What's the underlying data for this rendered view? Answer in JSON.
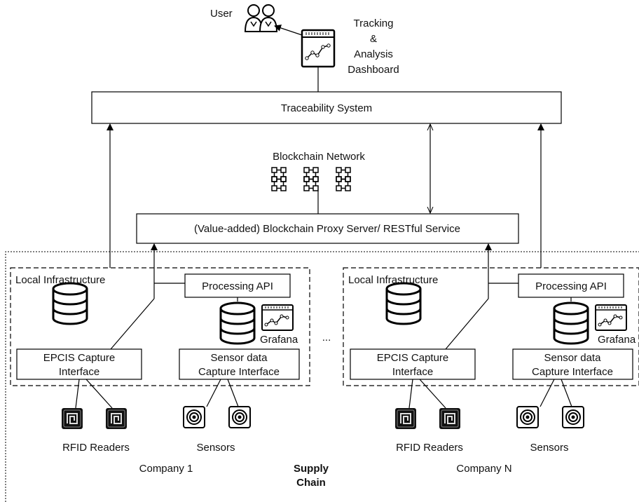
{
  "top": {
    "user_label": "User",
    "dashboard_label_lines": [
      "Tracking",
      "&",
      "Analysis",
      "Dashboard"
    ],
    "traceability_system": "Traceability System"
  },
  "blockchain": {
    "network_label": "Blockchain Network",
    "proxy_label": "(Value-added) Blockchain Proxy Server/ RESTful Service"
  },
  "company1": {
    "infra_label": "Local Infrastructure",
    "processing_api": "Processing API",
    "grafana": "Grafana",
    "epcis_lines": [
      "EPCIS Capture",
      "Interface"
    ],
    "sensor_capture_lines": [
      "Sensor data",
      "Capture Interface"
    ],
    "rfid_label": "RFID Readers",
    "sensors_label": "Sensors",
    "company_label": "Company 1"
  },
  "companyN": {
    "infra_label": "Local Infrastructure",
    "processing_api": "Processing API",
    "grafana": "Grafana",
    "epcis_lines": [
      "EPCIS Capture",
      "Interface"
    ],
    "sensor_capture_lines": [
      "Sensor data",
      "Capture Interface"
    ],
    "rfid_label": "RFID Readers",
    "sensors_label": "Sensors",
    "company_label": "Company N"
  },
  "ellipsis": "...",
  "supply_chain_lines": [
    "Supply",
    "Chain"
  ],
  "icons": {
    "user": "users-icon",
    "dashboard": "dashboard-chart-icon",
    "blockchain": "blockchain-nodes-icon",
    "database": "database-icon",
    "grafana": "grafana-chart-icon",
    "rfid": "rfid-reader-icon",
    "sensor": "sensor-icon"
  }
}
